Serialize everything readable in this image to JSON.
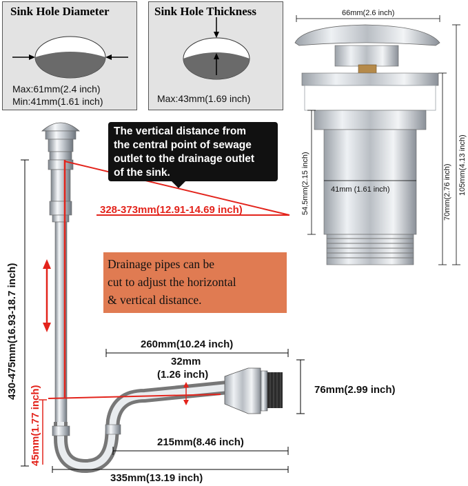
{
  "hole_diameter": {
    "title": "Sink Hole Diameter",
    "max": "Max:61mm(2.4 inch)",
    "min": "Min:41mm(1.61 inch)"
  },
  "hole_thickness": {
    "title": "Sink Hole Thickness",
    "max": "Max:43mm(1.69 inch)"
  },
  "callout": {
    "lines": [
      "The vertical distance from",
      "the central point of sewage",
      "outlet to the drainage outlet",
      "of the sink."
    ]
  },
  "note": {
    "lines": [
      "Drainage pipes can be",
      "cut to adjust the horizontal",
      "& vertical distance."
    ]
  },
  "dims": {
    "vertical_range": "328-373mm(12.91-14.69 inch)",
    "total_height": "430-475mm(16.93-18.7 inch)",
    "bottom_45": "45mm(1.77 inch)",
    "width_260": "260mm(10.24 inch)",
    "pipe_32": "32mm",
    "pipe_32_inch": "(1.26 inch)",
    "height_76": "76mm(2.99 inch)",
    "width_215": "215mm(8.46 inch)",
    "width_335": "335mm(13.19 inch)"
  },
  "valve_dims": {
    "cap_width": "66mm(2.6 inch)",
    "body_width": "41mm (1.61 inch)",
    "body_height": "54.5mm(2.15 inch)",
    "height_70": "70mm(2.76 inch)",
    "height_105": "105mm(4.13 inch)"
  },
  "colors": {
    "red": "#e3231b",
    "chrome_dark": "#8d939a",
    "chrome_light": "#f4f6f8",
    "note_bg": "#e07b52"
  }
}
